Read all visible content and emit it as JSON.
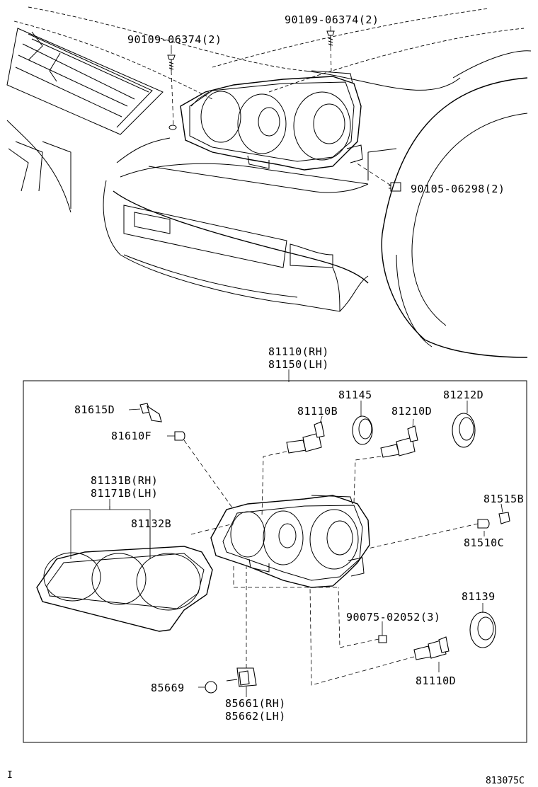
{
  "diagram": {
    "vehicle_labels": {
      "screw_left": "90109-06374(2)",
      "screw_top": "90109-06374(2)",
      "bolt_right": "90105-06298(2)"
    },
    "assembly_header": {
      "line1": "81110(RH)",
      "line2": "81150(LH)"
    },
    "parts": {
      "p81615D": "81615D",
      "p81610F": "81610F",
      "p81110B": "81110B",
      "p81145": "81145",
      "p81210D": "81210D",
      "p81212D": "81212D",
      "p81131B_rh": "81131B(RH)",
      "p81171B_lh": "81171B(LH)",
      "p81132B": "81132B",
      "p81515B": "81515B",
      "p81510C": "81510C",
      "p81139": "81139",
      "p90075": "90075-02052(3)",
      "p81110D": "81110D",
      "p85669": "85669",
      "p85661_rh": "85661(RH)",
      "p85662_lh": "85662(LH)"
    },
    "footer": {
      "left_mark": "I",
      "diagram_code": "813075C"
    }
  }
}
